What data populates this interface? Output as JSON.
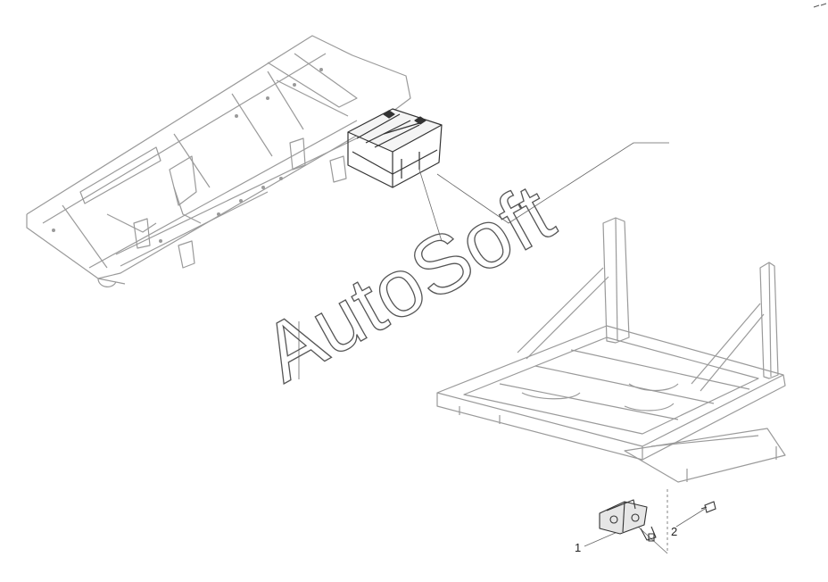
{
  "watermark": {
    "text": "AutoSoft"
  },
  "callouts": [
    {
      "number": "1"
    },
    {
      "number": "2"
    }
  ],
  "colors": {
    "line": "#9a9a9a",
    "dark": "#333333",
    "background": "#ffffff"
  }
}
